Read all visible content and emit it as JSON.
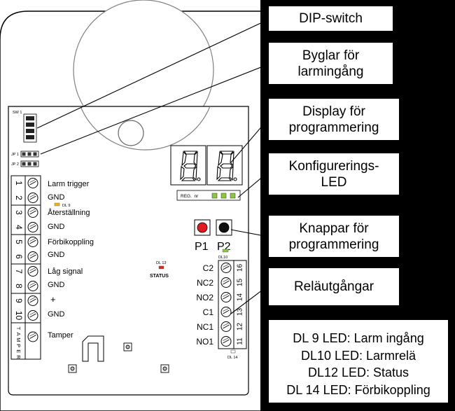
{
  "board": {
    "sw_label": "SW 1",
    "jp1_label": "JP 1",
    "jp2_label": "JP 2",
    "display_label": "REG.  nr",
    "dl9_label": "DL 9",
    "dl10_label": "DL10",
    "dl13_label": "DL 13",
    "dl14_label": "DL 14",
    "status_label": "STATUS",
    "p1_label": "P1",
    "p2_label": "P2",
    "left_terminals": [
      "1",
      "2",
      "3",
      "4",
      "5",
      "6",
      "7",
      "8",
      "9",
      "10"
    ],
    "tamper_letters": [
      "T",
      "A",
      "M",
      "P",
      "E",
      "R"
    ],
    "left_labels": [
      "Larm trigger",
      "GND",
      "Återställning",
      "GND",
      "Förbikoppling",
      "GND",
      "Låg signal",
      "GND",
      "+",
      "GND",
      "Tamper"
    ],
    "right_terminals": [
      "16",
      "15",
      "14",
      "13",
      "12",
      "11"
    ],
    "right_labels": [
      "C2",
      "NC2",
      "NO2",
      "C1",
      "NC1",
      "NO1"
    ]
  },
  "callouts": {
    "dip_switch": "DIP-switch",
    "jumpers": [
      "Byglar för",
      "larmingång"
    ],
    "display": [
      "Display för",
      "programmering"
    ],
    "config_led": [
      "Konfigurerings-",
      "LED"
    ],
    "buttons": [
      "Knappar för",
      "programmering"
    ],
    "relay": "Reläutgångar"
  },
  "legend": [
    "DL 9 LED: Larm ingång",
    "DL10 LED: Larmrelä",
    "DL12 LED: Status",
    "DL 14 LED: Förbikoppling"
  ],
  "colors": {
    "p1_button": "#e11b22",
    "dl9_led": "#f2b21b",
    "dl13_led": "#d62b1f",
    "led_green": "#8cc63f"
  }
}
